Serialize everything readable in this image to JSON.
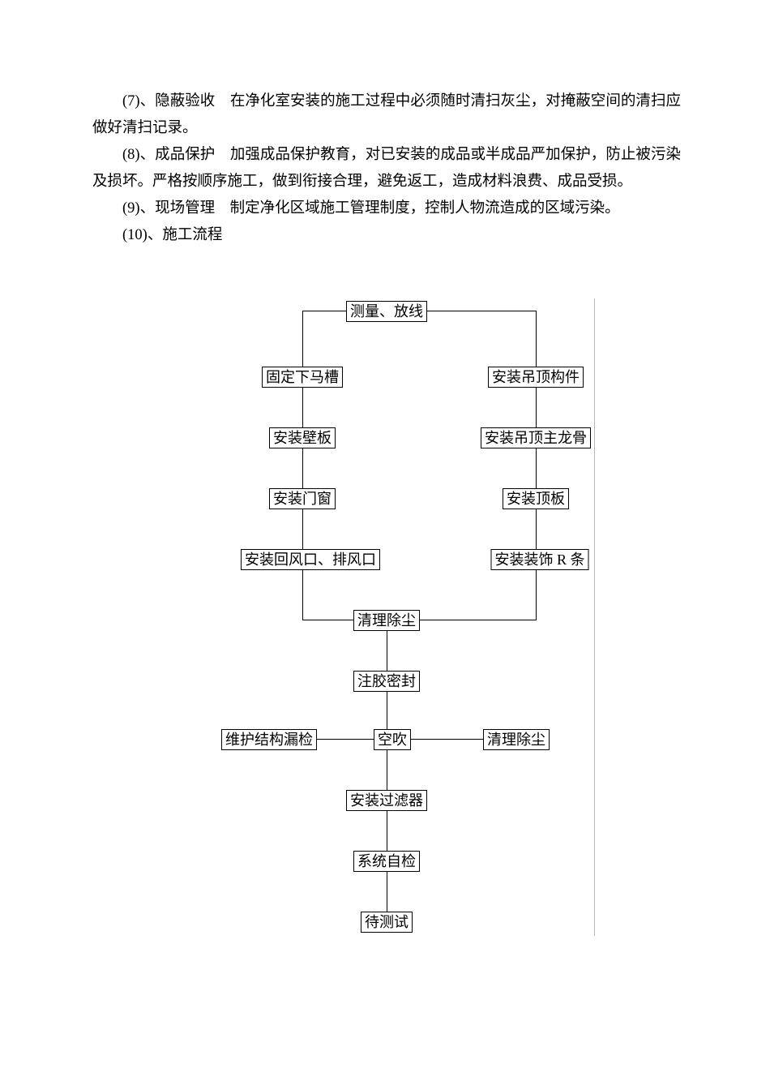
{
  "document": {
    "paragraphs": [
      "(7)、隐蔽验收　在净化室安装的施工过程中必须随时清扫灰尘，对掩蔽空间的清扫应做好清扫记录。",
      "(8)、成品保护　加强成品保护教育，对已安装的成品或半成品严加保护，防止被污染及损坏。严格按顺序施工，做到衔接合理，避免返工，造成材料浪费、成品受损。",
      "(9)、现场管理　制定净化区域施工管理制度，控制人物流造成的区域污染。",
      "(10)、施工流程"
    ]
  },
  "flowchart": {
    "nodes": {
      "measure": "测量、放线",
      "fix_trough": "固定下马槽",
      "wall_panel": "安装壁板",
      "door_window": "安装门窗",
      "return_exhaust": "安装回风口、排风口",
      "ceiling_parts": "安装吊顶构件",
      "ceiling_keel": "安装吊顶主龙骨",
      "top_panel": "安装顶板",
      "decor_r": "安装装饰 R 条",
      "clean_dust_mid": "清理除尘",
      "glue_seal": "注胶密封",
      "leak_check": "维护结构漏检",
      "air_blow": "空吹",
      "clean_dust_right": "清理除尘",
      "install_filter": "安装过滤器",
      "system_check": "系统自检",
      "wait_test": "待测试"
    }
  },
  "colors": {
    "text": "#000000",
    "box_border": "#000000",
    "connector": "#000000",
    "canvas_border": "#b8b8b8",
    "page_background": "#ffffff"
  }
}
